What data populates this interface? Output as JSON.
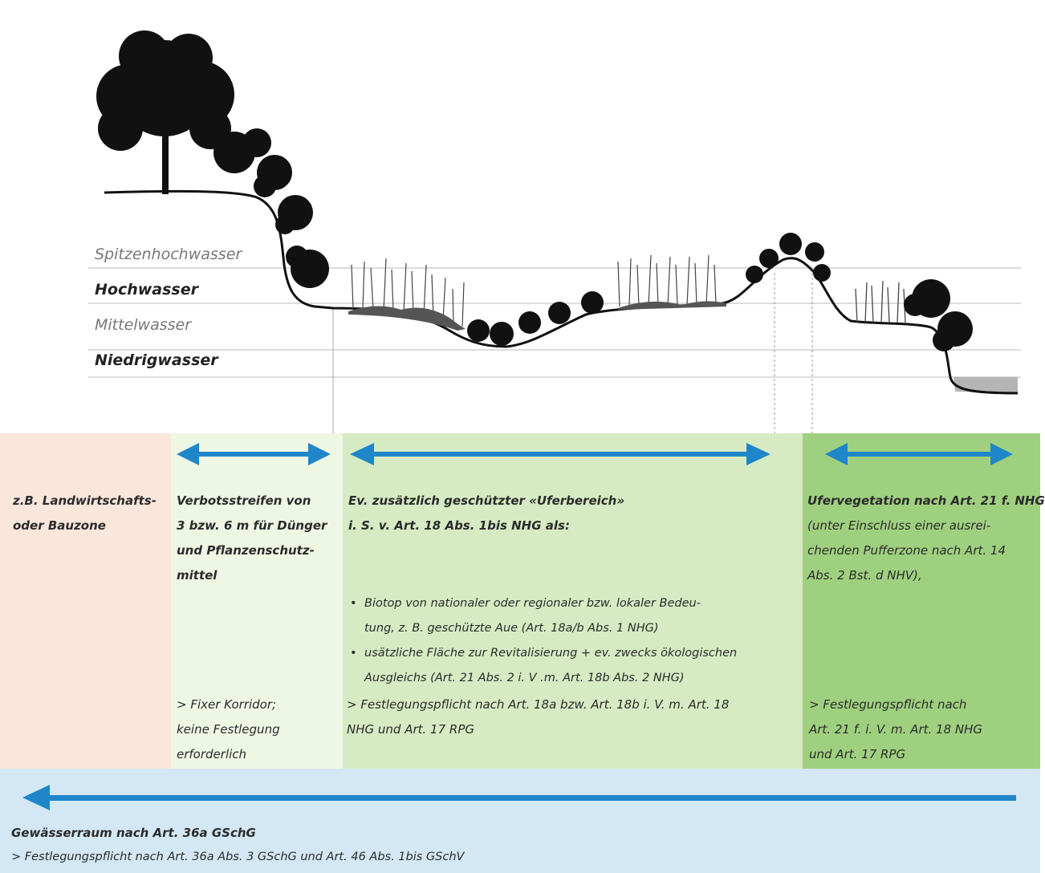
{
  "water_levels": {
    "peak_flood": "Spitzenhochwasser",
    "flood": "Hochwasser",
    "mean": "Mittelwasser",
    "low": "Niedrigwasser"
  },
  "zones": {
    "agriculture": {
      "line1": "z.B. Landwirtschafts-",
      "line2": "oder Bauzone"
    },
    "prohibition_strip": {
      "title_lines": [
        "Verbotsstreifen von",
        "3 bzw. 6 m für Dünger",
        "und Pflanzenschutz-",
        "mittel"
      ],
      "note_lines": [
        "> Fixer Korridor;",
        "keine Festlegung",
        "erforderlich"
      ]
    },
    "riparian_area": {
      "title_lines": [
        "Ev. zusätzlich geschützter «Uferbereich»",
        "i. S. v. Art. 18 Abs. 1bis NHG als:"
      ],
      "bullets": [
        [
          "Biotop von nationaler oder regionaler bzw. lokaler Bedeu-",
          "tung, z. B. geschützte Aue (Art. 18a/b Abs. 1 NHG)"
        ],
        [
          "usätzliche Fläche zur Revitalisierung + ev. zwecks ökologischen",
          "Ausgleichs (Art. 21 Abs. 2 i. V .m. Art. 18b Abs. 2 NHG)"
        ]
      ],
      "note_lines": [
        "> Festlegungspflicht nach Art. 18a bzw. Art. 18b i. V. m. Art. 18",
        "NHG und Art. 17 RPG"
      ]
    },
    "bank_vegetation": {
      "title": "Ufervegetation nach Art. 21 f. NHG",
      "detail_lines": [
        "(unter Einschluss einer ausrei-",
        "chenden Pufferzone nach Art. 14",
        "Abs. 2 Bst. d NHV),"
      ],
      "note_lines": [
        "> Festlegungspflicht nach",
        "Art. 21 f. i. V. m. Art. 18 NHG",
        "und Art. 17 RPG"
      ]
    },
    "water_space": {
      "title": "Gewässerraum nach Art. 36a GSchG",
      "note": "> Festlegungspflicht nach Art. 36a Abs. 3 GSchG und Art. 46 Abs. 1bis GSchV"
    }
  },
  "colors": {
    "agriculture": "#fbe6dc",
    "prohibition_strip": "#eef6e4",
    "riparian_area": "#d6ebc3",
    "bank_vegetation": "#9fd07f",
    "water_space": "#d3e8f4",
    "arrow": "#1f86c9"
  }
}
